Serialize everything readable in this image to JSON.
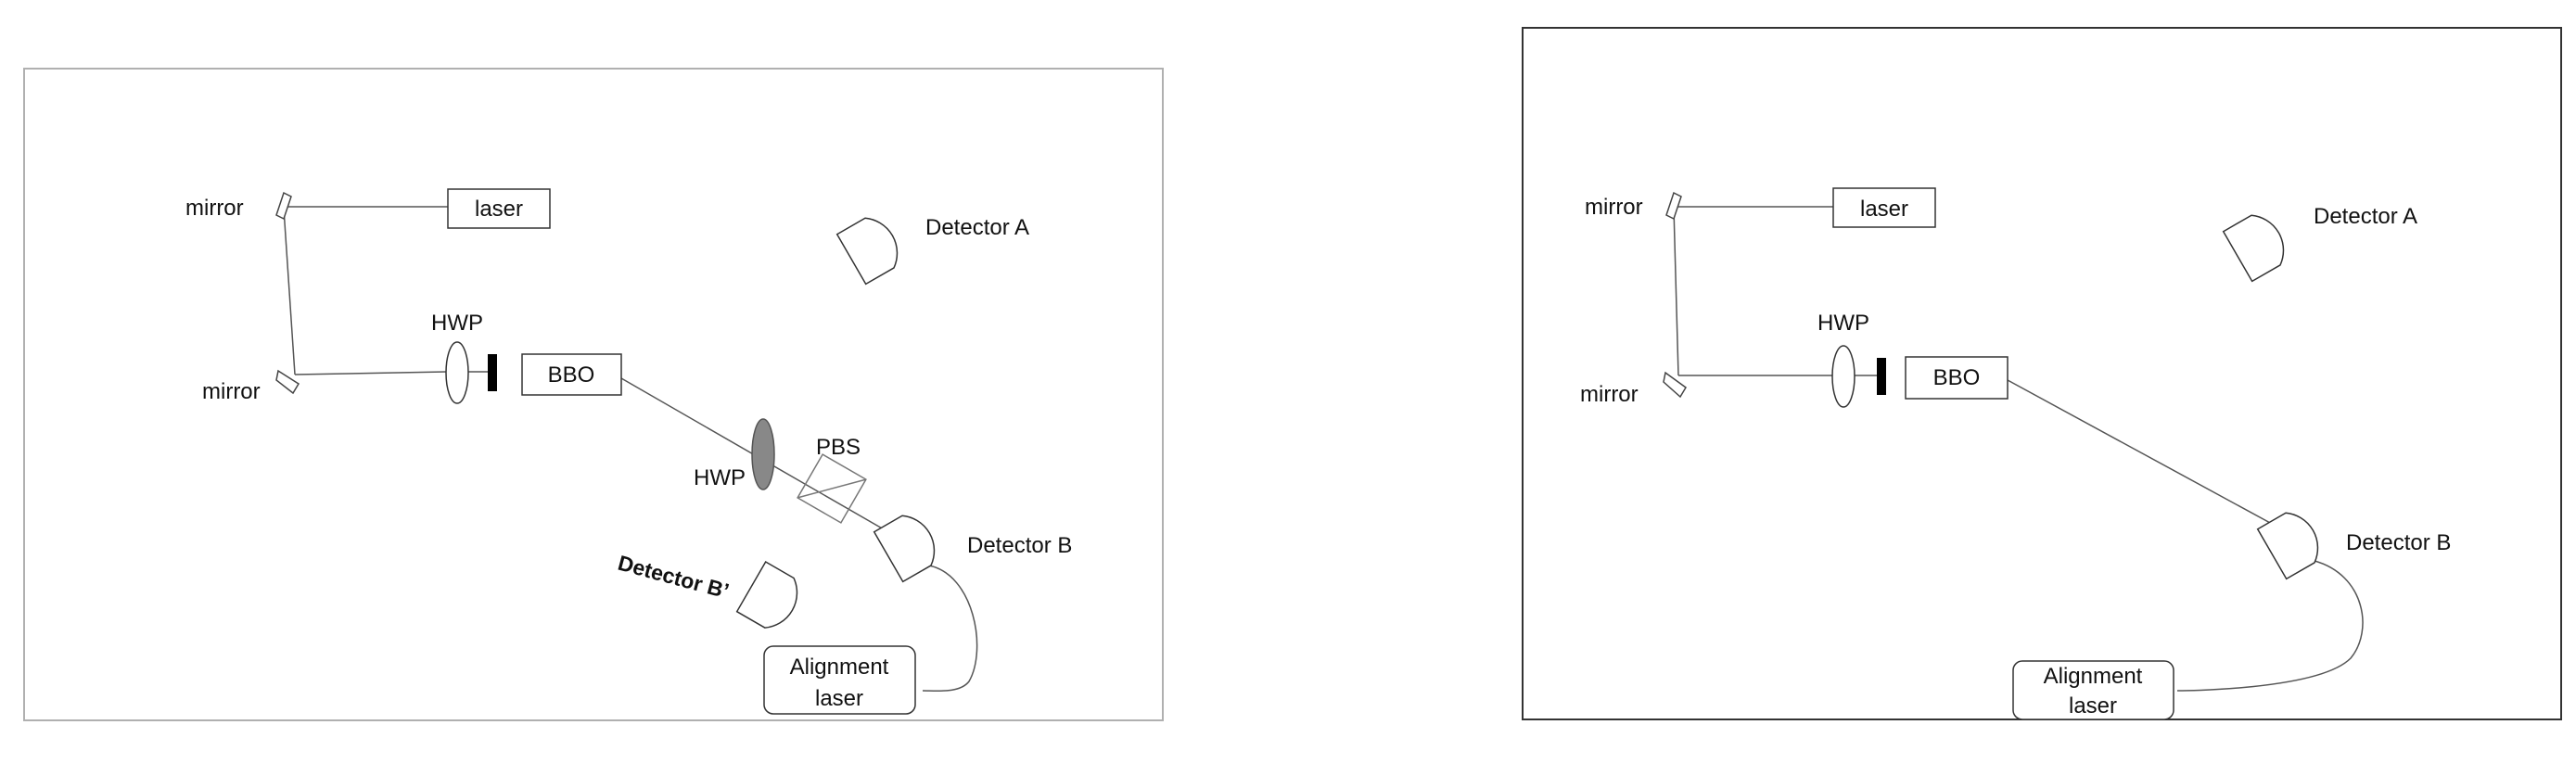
{
  "left_diagram": {
    "mirror_top_label": "mirror",
    "mirror_bottom_label": "mirror",
    "laser_label": "laser",
    "hwp_label": "HWP",
    "bbo_label": "BBO",
    "hwp2_label": "HWP",
    "pbs_label": "PBS",
    "detector_a_label": "Detector A",
    "detector_b_label": "Detector B",
    "detector_b_prime_label": "Detector B’",
    "alignment_laser_line1": "Alignment",
    "alignment_laser_line2": "laser"
  },
  "right_diagram": {
    "mirror_top_label": "mirror",
    "mirror_bottom_label": "mirror",
    "laser_label": "laser",
    "hwp_label": "HWP",
    "bbo_label": "BBO",
    "detector_a_label": "Detector A",
    "detector_b_label": "Detector B",
    "alignment_laser_line1": "Alignment",
    "alignment_laser_line2": "laser"
  },
  "colors": {
    "line": "#555555",
    "frame_left": "#b0b0b0",
    "frame_right": "#333333",
    "hwp_filled": "#888888",
    "block": "#000000"
  }
}
